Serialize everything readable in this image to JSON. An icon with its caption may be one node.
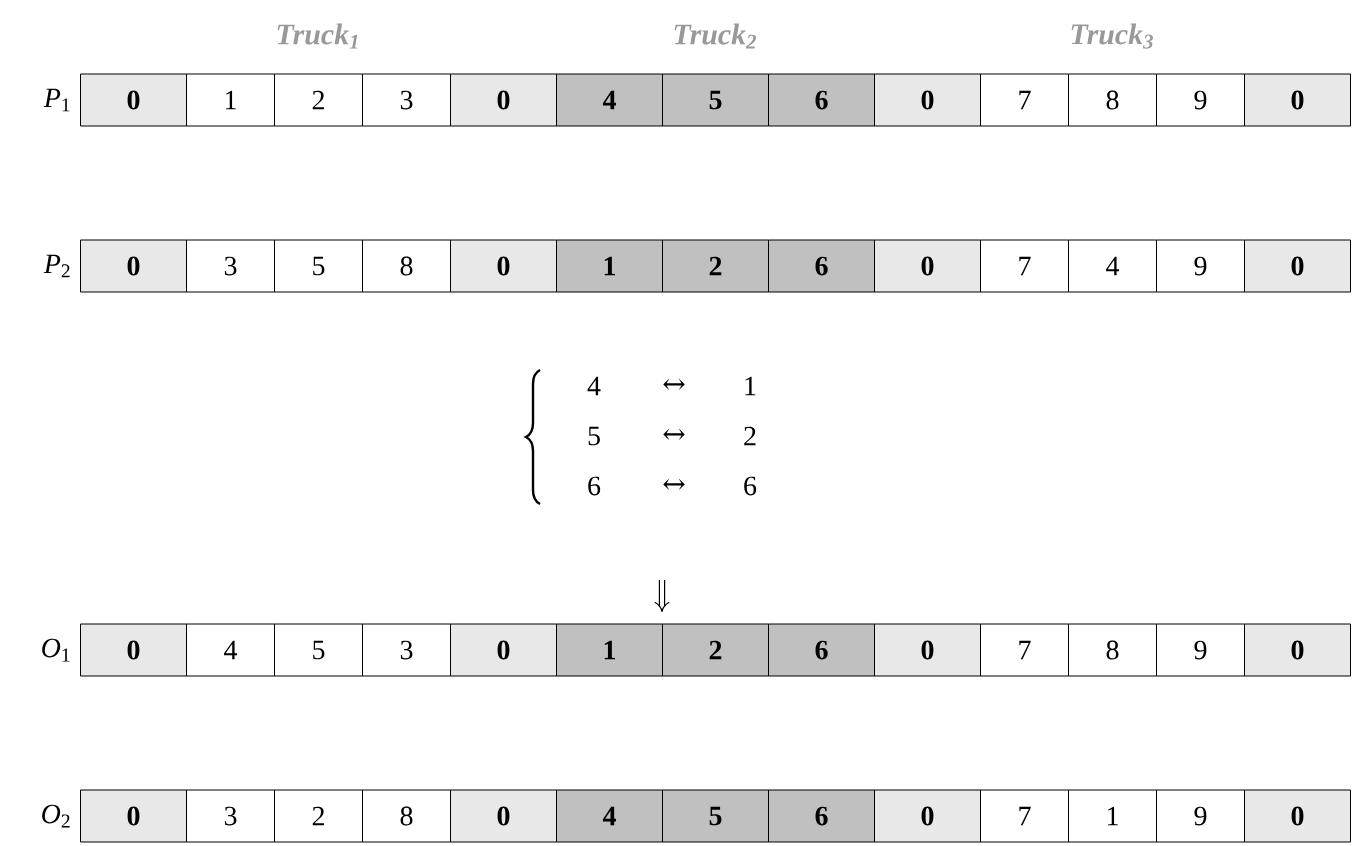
{
  "diagram": {
    "labels": [
      "Truck$_{1}$",
      "Truck$_{2}$",
      "Truck$_{3}$",
      "*P*$_{1}$",
      "0",
      "1",
      "2",
      "3",
      "0",
      "4",
      "5",
      "6",
      "0",
      "7",
      "8",
      "9",
      "0",
      "*P*$_{2}$",
      "0",
      "3",
      "5",
      "8",
      "0",
      "1",
      "2",
      "6",
      "0",
      "7",
      "4",
      "9",
      "0",
      "4",
      "↔",
      "1",
      "5",
      "↔",
      "2",
      "6",
      "↔",
      "6",
      "*O*$_{1}$",
      "0",
      "4",
      "5",
      "3",
      "0",
      "1",
      "2",
      "6",
      "0",
      "7",
      "8",
      "9",
      "0",
      "*O*$_{2}$",
      "0",
      "3",
      "2",
      "8",
      "0",
      "4",
      "5",
      "6",
      "0",
      "7",
      "1",
      "9",
      "0"
    ]
  }
}
